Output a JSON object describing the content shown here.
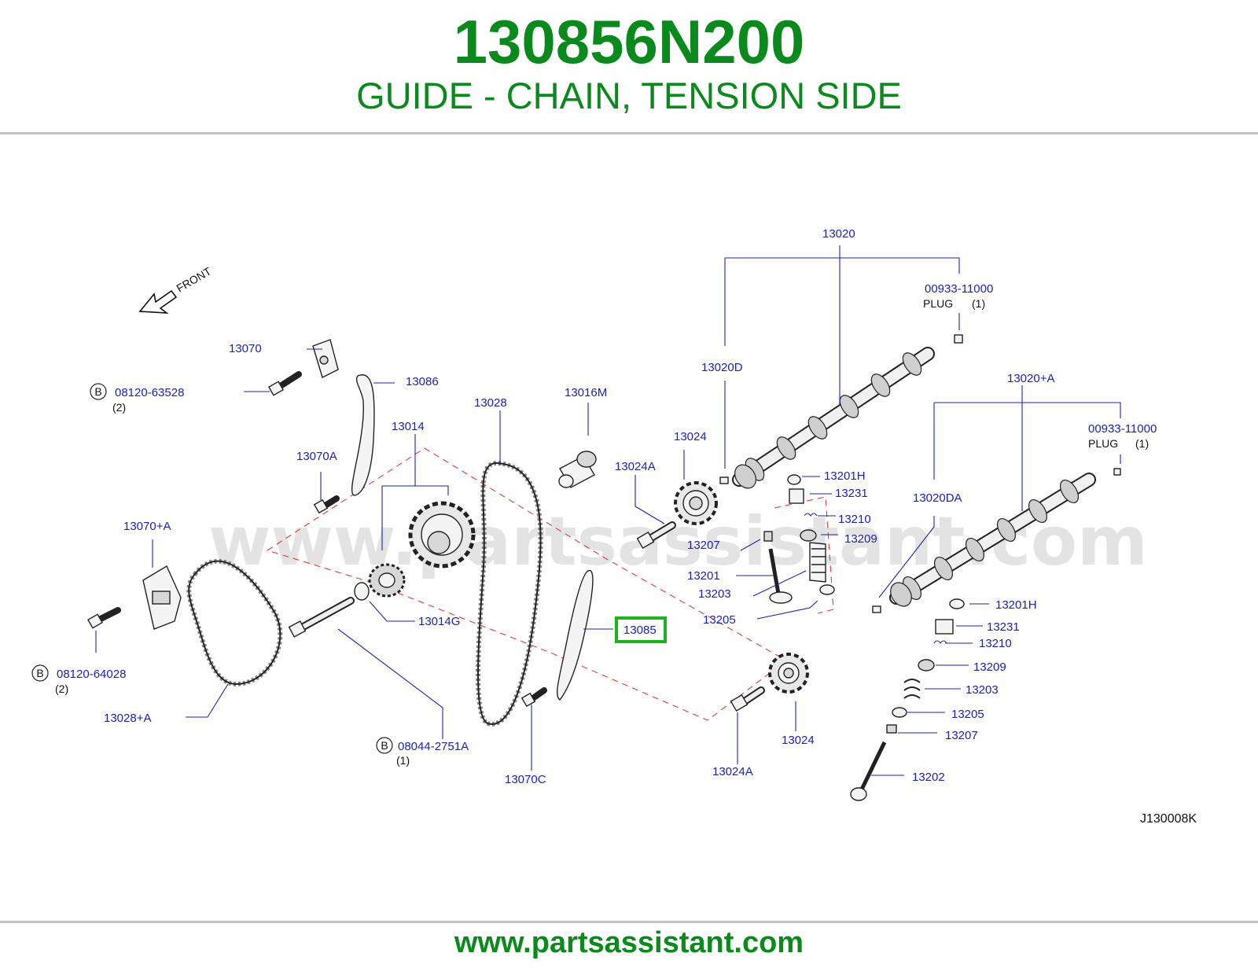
{
  "header": {
    "part_number": "130856N200",
    "description": "GUIDE - CHAIN, TENSION SIDE"
  },
  "footer": {
    "url": "www.partsassistant.com"
  },
  "watermark": "www.partsassistant.com",
  "diagram": {
    "front_label": "FRONT",
    "figure_code": "J130008K",
    "highlight_color": "#1db31d",
    "label_color": "#1b23b6",
    "labels": {
      "l_13020": "13020",
      "l_00933_a": "00933-11000",
      "l_plug_a": "PLUG",
      "l_plug_a_qty": "(1)",
      "l_13070": "13070",
      "l_13086": "13086",
      "l_08120_63528": "08120-63528",
      "l_08120_63528_qty": "(2)",
      "l_13020D": "13020D",
      "l_13020_A": "13020+A",
      "l_13028": "13028",
      "l_13016M": "13016M",
      "l_13014": "13014",
      "l_13024_top": "13024",
      "l_00933_b": "00933-11000",
      "l_plug_b": "PLUG",
      "l_plug_b_qty": "(1)",
      "l_13070A": "13070A",
      "l_13024A_top": "13024A",
      "l_13201H_a": "13201H",
      "l_13231_a": "13231",
      "l_13020DA": "13020DA",
      "l_13210_a": "13210",
      "l_13070_A": "13070+A",
      "l_13207_a": "13207",
      "l_13209_a": "13209",
      "l_13201": "13201",
      "l_13203_a": "13203",
      "l_13201H_b": "13201H",
      "l_13205_a": "13205",
      "l_13014G": "13014G",
      "l_13085": "13085",
      "l_13231_b": "13231",
      "l_13210_b": "13210",
      "l_08120_64028": "08120-64028",
      "l_08120_64028_qty": "(2)",
      "l_13209_b": "13209",
      "l_13203_b": "13203",
      "l_13028_A": "13028+A",
      "l_13205_b": "13205",
      "l_13207_b": "13207",
      "l_13024_bot": "13024",
      "l_08044_2751A": "08044-2751A",
      "l_08044_2751A_qty": "(1)",
      "l_13070C": "13070C",
      "l_13024A_bot": "13024A",
      "l_13202": "13202",
      "b_marker": "B"
    }
  }
}
